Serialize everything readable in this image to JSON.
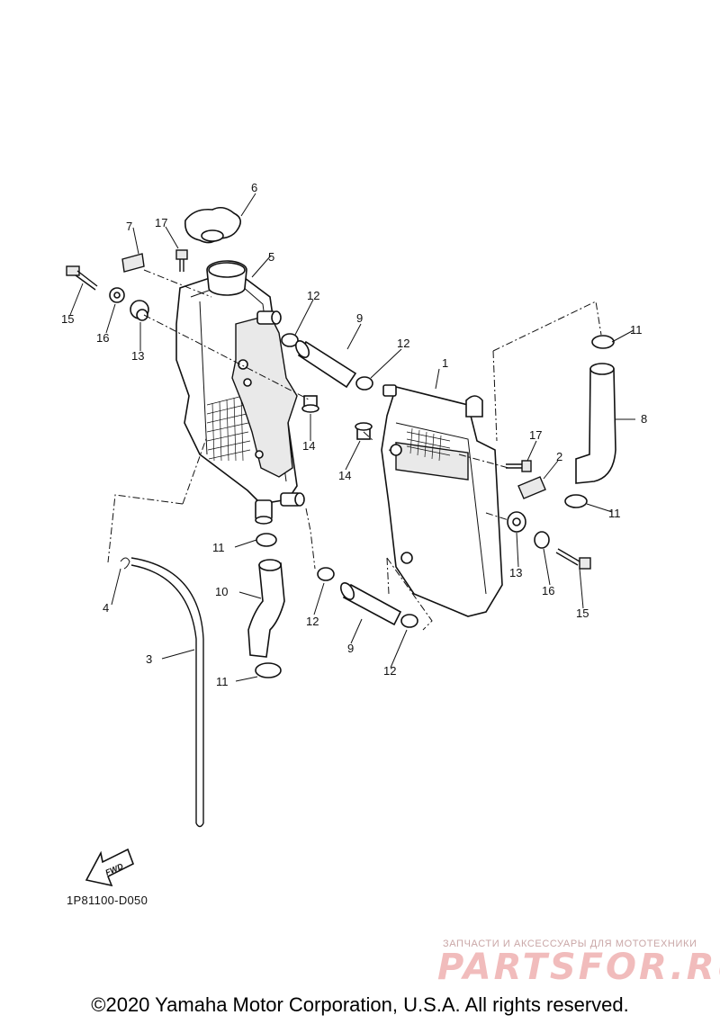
{
  "diagram": {
    "callouts": [
      {
        "id": "c1",
        "text": "1"
      },
      {
        "id": "c2",
        "text": "2"
      },
      {
        "id": "c3",
        "text": "3"
      },
      {
        "id": "c4",
        "text": "4"
      },
      {
        "id": "c5",
        "text": "5"
      },
      {
        "id": "c6",
        "text": "6"
      },
      {
        "id": "c7",
        "text": "7"
      },
      {
        "id": "c8",
        "text": "8"
      },
      {
        "id": "c9a",
        "text": "9"
      },
      {
        "id": "c9b",
        "text": "9"
      },
      {
        "id": "c10",
        "text": "10"
      },
      {
        "id": "c11a",
        "text": "11"
      },
      {
        "id": "c11b",
        "text": "11"
      },
      {
        "id": "c11c",
        "text": "11"
      },
      {
        "id": "c11d",
        "text": "11"
      },
      {
        "id": "c12a",
        "text": "12"
      },
      {
        "id": "c12b",
        "text": "12"
      },
      {
        "id": "c12c",
        "text": "12"
      },
      {
        "id": "c12d",
        "text": "12"
      },
      {
        "id": "c13a",
        "text": "13"
      },
      {
        "id": "c13b",
        "text": "13"
      },
      {
        "id": "c14a",
        "text": "14"
      },
      {
        "id": "c14b",
        "text": "14"
      },
      {
        "id": "c15a",
        "text": "15"
      },
      {
        "id": "c15b",
        "text": "15"
      },
      {
        "id": "c16a",
        "text": "16"
      },
      {
        "id": "c16b",
        "text": "16"
      },
      {
        "id": "c17a",
        "text": "17"
      },
      {
        "id": "c17b",
        "text": "17"
      }
    ],
    "fwd_label": "FWD",
    "drawing_code": "1P81100-D050"
  },
  "watermark": {
    "tagline": "ЗАПЧАСТИ И АКСЕССУАРЫ ДЛЯ МОТОТЕХНИКИ",
    "logo": "PARTSFOR.RU"
  },
  "footer": {
    "copyright": "©2020 Yamaha Motor Corporation, U.S.A. All rights reserved."
  }
}
